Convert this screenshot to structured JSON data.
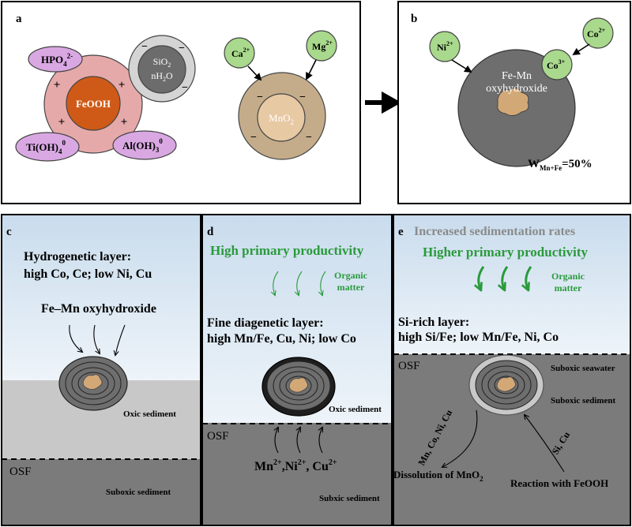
{
  "panel_a": {
    "letter": "a",
    "center": "FeOOH",
    "hpo4_base": "HPO",
    "hpo4_sub": "4",
    "hpo4_sup": "2-",
    "sio2_line1_base": "SiO",
    "sio2_line1_sub": "2",
    "sio2_line2_base": "nH",
    "sio2_line2_sub": "2",
    "sio2_line2_tail": "O",
    "ti_base": "Ti(OH)",
    "ti_sub": "4",
    "ti_sup": "0",
    "al_base": "Al(OH)",
    "al_sub": "3",
    "al_sup": "0",
    "ca_base": "Ca",
    "ca_sup": "2+",
    "mg_base": "Mg",
    "mg_sup": "2+",
    "mno2_base": "MnO",
    "mno2_sub": "2",
    "plus": "+",
    "minus": "−"
  },
  "panel_b": {
    "letter": "b",
    "ni_base": "Ni",
    "ni_sup": "2+",
    "co2_base": "Co",
    "co2_sup": "2+",
    "co3_base": "Co",
    "co3_sup": "3+",
    "oxy_line1": "Fe-Mn",
    "oxy_line2": "oxyhydroxide",
    "w_base": "W",
    "w_sub": "Mn+Fe",
    "w_value": "=50%"
  },
  "panel_c": {
    "letter": "c",
    "title_line1": "Hydrogenetic layer:",
    "title_line2": "high Co, Ce; low Ni, Cu",
    "source": "Fe–Mn oxyhydroxide",
    "oxic": "Oxic sediment",
    "osf": "OSF",
    "suboxic": "Suboxic sediment"
  },
  "panel_d": {
    "letter": "d",
    "productivity": "High primary productivity",
    "organic_line1": "Organic",
    "organic_line2": "matter",
    "title_line1": "Fine diagenetic layer:",
    "title_line2": "high Mn/Fe, Cu, Ni; low Co",
    "oxic": "Oxic sediment",
    "osf": "OSF",
    "ions_mn": "Mn",
    "ions_mn_sup": "2+",
    "ions_ni": ",Ni",
    "ions_ni_sup": "2+",
    "ions_cu": ", Cu",
    "ions_cu_sup": "2+",
    "suboxic": "Subxic sediment"
  },
  "panel_e": {
    "letter": "e",
    "sedimentation": "Increased sedimentation rates",
    "productivity": "Higher primary productivity",
    "organic_line1": "Organic",
    "organic_line2": "matter",
    "title_line1": "Si-rich layer:",
    "title_line2": "high Si/Fe; low Mn/Fe, Ni, Co",
    "osf": "OSF",
    "suboxic_seawater": "Suboxic seawater",
    "suboxic_sediment": "Suboxic sediment",
    "left_elements": "Mn, Co, Ni, Cu",
    "right_elements": "Si, Cu",
    "dissolution_base": "Dissolution of MnO",
    "dissolution_sub": "2",
    "reaction": "Reaction with FeOOH"
  },
  "colors": {
    "sky_top": "#c9dced",
    "sky_bottom": "#eef4f9",
    "oxic_sediment": "#c8c8c8",
    "suboxic_sediment": "#7b7b7b",
    "green_text": "#2a9a3c",
    "pink": "#e6a9a9",
    "feooh": "#cf5a17",
    "purple": "#d9a8e3",
    "ion_green": "#a9d98c",
    "mno2_outer": "#c4ac8a",
    "mno2_inner": "#e7c9a4",
    "oxy": "#6e6e6e",
    "nucleus": "#d3a877"
  }
}
